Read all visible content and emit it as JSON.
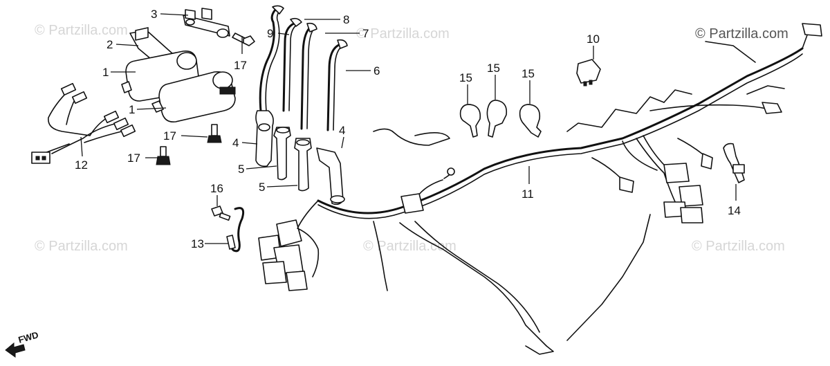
{
  "watermark": "© Partzilla.com",
  "fwd_label": "FWD",
  "callouts": {
    "p1a": "1",
    "p1b": "1",
    "p2": "2",
    "p3": "3",
    "p4a": "4",
    "p4b": "4",
    "p5a": "5",
    "p5b": "5",
    "p6": "6",
    "p7": "7",
    "p8": "8",
    "p9": "9",
    "p10": "10",
    "p11": "11",
    "p12": "12",
    "p13": "13",
    "p14": "14",
    "p15a": "15",
    "p15b": "15",
    "p15c": "15",
    "p16": "16",
    "p17a": "17",
    "p17b": "17",
    "p17c": "17"
  }
}
